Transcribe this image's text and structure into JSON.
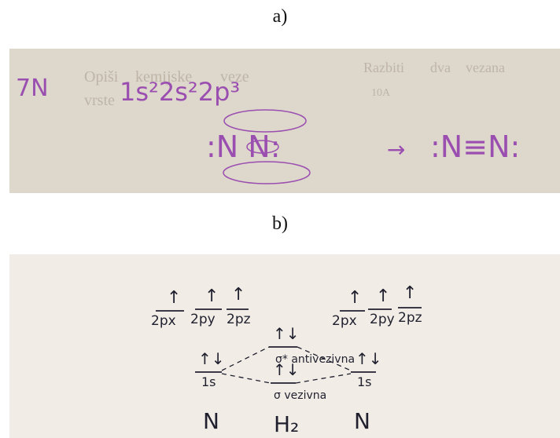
{
  "panel_a": {
    "caption": "a)",
    "colors": {
      "paper": "#ded7cc",
      "ink": "#9a4fb0"
    },
    "notes": {
      "element": "7N",
      "configuration": "1s²2s²2p³",
      "lewis_left": ":N N:",
      "arrow": "→",
      "lewis_right": ":N≡N:"
    },
    "background_text": [
      "Opiši",
      "vrste",
      "kemijske",
      "veze",
      "Razbiti",
      "dva",
      "vezana",
      "10A"
    ]
  },
  "panel_b": {
    "caption": "b)",
    "colors": {
      "paper": "#f1ede6",
      "ink": "#1f1f2e"
    },
    "left_atom": {
      "p_orbitals": [
        {
          "label": "2px",
          "electrons": "↑"
        },
        {
          "label": "2py",
          "electrons": "↑"
        },
        {
          "label": "2pz",
          "electrons": "↑"
        }
      ],
      "s_orbital": {
        "label": "1s",
        "electrons": "↑↓"
      },
      "symbol": "N"
    },
    "right_atom": {
      "p_orbitals": [
        {
          "label": "2px",
          "electrons": "↑"
        },
        {
          "label": "2py",
          "electrons": "↑"
        },
        {
          "label": "2pz",
          "electrons": "↑"
        }
      ],
      "s_orbital": {
        "label": "1s",
        "electrons": "↑↓"
      },
      "symbol": "N"
    },
    "molecule": {
      "antibonding": {
        "label": "σ* antivezivna",
        "electrons": "↑↓"
      },
      "bonding": {
        "label": "σ vezivna",
        "electrons": "↑↓"
      },
      "symbol": "H₂"
    }
  }
}
